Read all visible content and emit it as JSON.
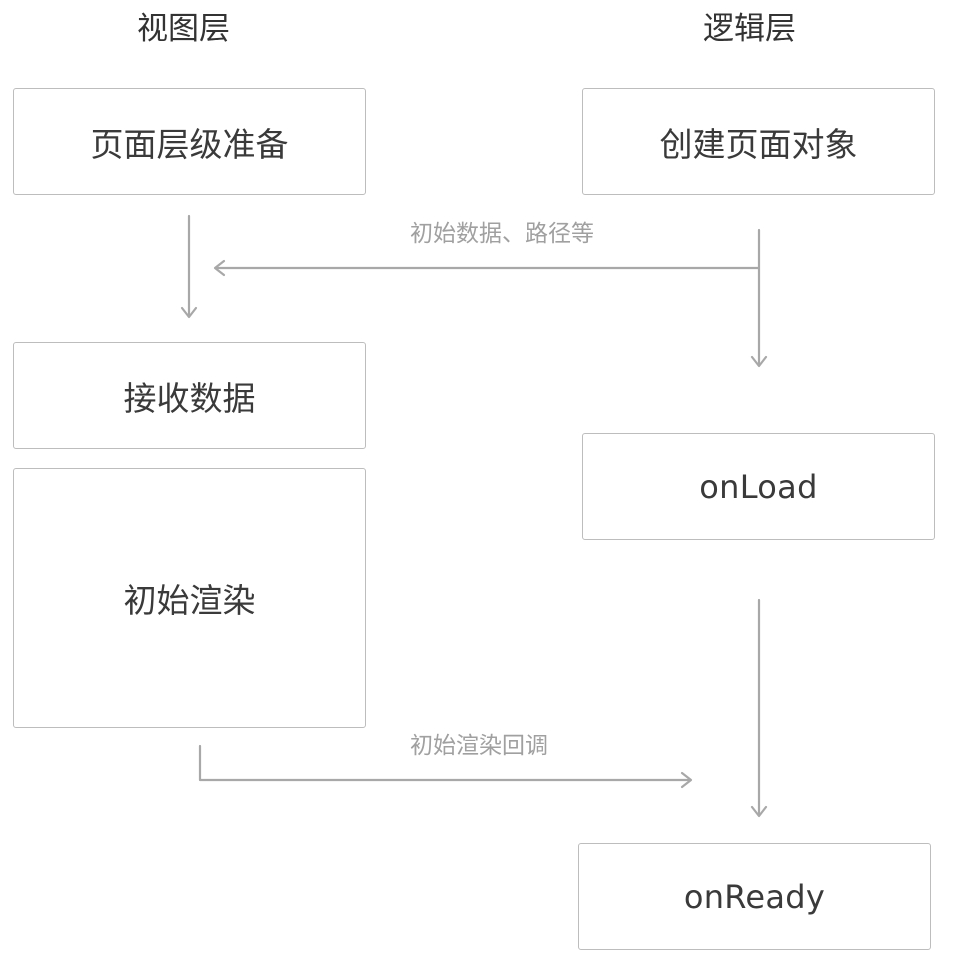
{
  "columns": {
    "view_title": "视图层",
    "logic_title": "逻辑层"
  },
  "view_steps": {
    "prepare": "页面层级准备",
    "receive": "接收数据",
    "render": "初始渲染"
  },
  "logic_steps": {
    "create": "创建页面对象",
    "onload": "onLoad",
    "onready": "onReady"
  },
  "edges": {
    "init_data": "初始数据、路径等",
    "render_callback": "初始渲染回调"
  },
  "colors": {
    "box_border": "#bdbdbd",
    "arrow": "#a8a8a8",
    "edge_label": "#a0a0a0",
    "text": "#3a3a3a"
  }
}
